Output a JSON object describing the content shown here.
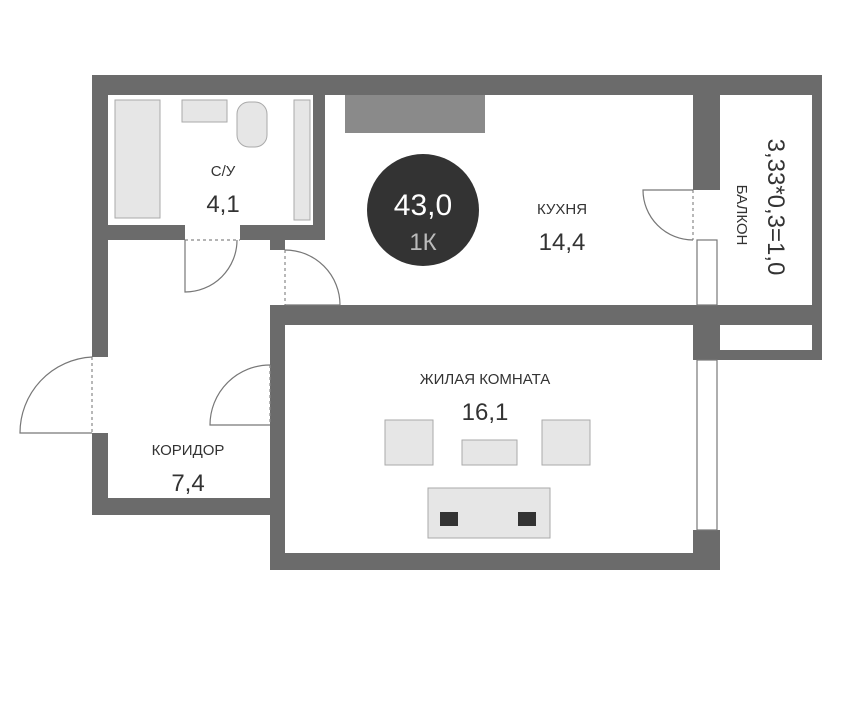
{
  "plan": {
    "total_area": "43,0",
    "type": "1К",
    "rooms": {
      "bathroom": {
        "name": "С/У",
        "area": "4,1"
      },
      "kitchen": {
        "name": "КУХНЯ",
        "area": "14,4"
      },
      "living": {
        "name": "ЖИЛАЯ КОМНАТА",
        "area": "16,1"
      },
      "corridor": {
        "name": "КОРИДОР",
        "area": "7,4"
      },
      "balcony": {
        "name": "БАЛКОН",
        "area": "3,33*0,3=1,0"
      }
    },
    "colors": {
      "wall": "#6b6b6b",
      "badge": "#333333"
    }
  }
}
